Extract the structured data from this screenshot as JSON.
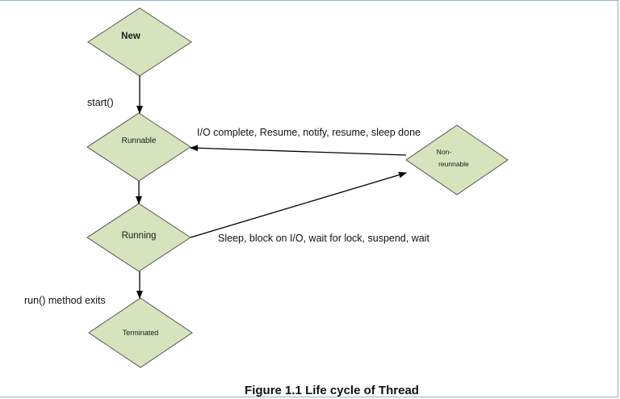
{
  "diagram": {
    "nodes": {
      "new": "New",
      "runnable": "Runnable",
      "running": "Running",
      "terminated": "Terminated",
      "non_runnable_line1": "Non-",
      "non_runnable_line2": "reunnable"
    },
    "edges": {
      "start": "start()",
      "resume": "I/O complete, Resume, notify, resume, sleep done",
      "sleep": "Sleep, block on I/O, wait for lock, suspend, wait",
      "exit": "run() method exits"
    },
    "caption": "Figure 1.1 Life cycle of Thread"
  },
  "colors": {
    "node_fill": "#d6e3bc",
    "node_stroke": "#555555",
    "arrow": "#000000",
    "frame": "#8fb0cf"
  }
}
